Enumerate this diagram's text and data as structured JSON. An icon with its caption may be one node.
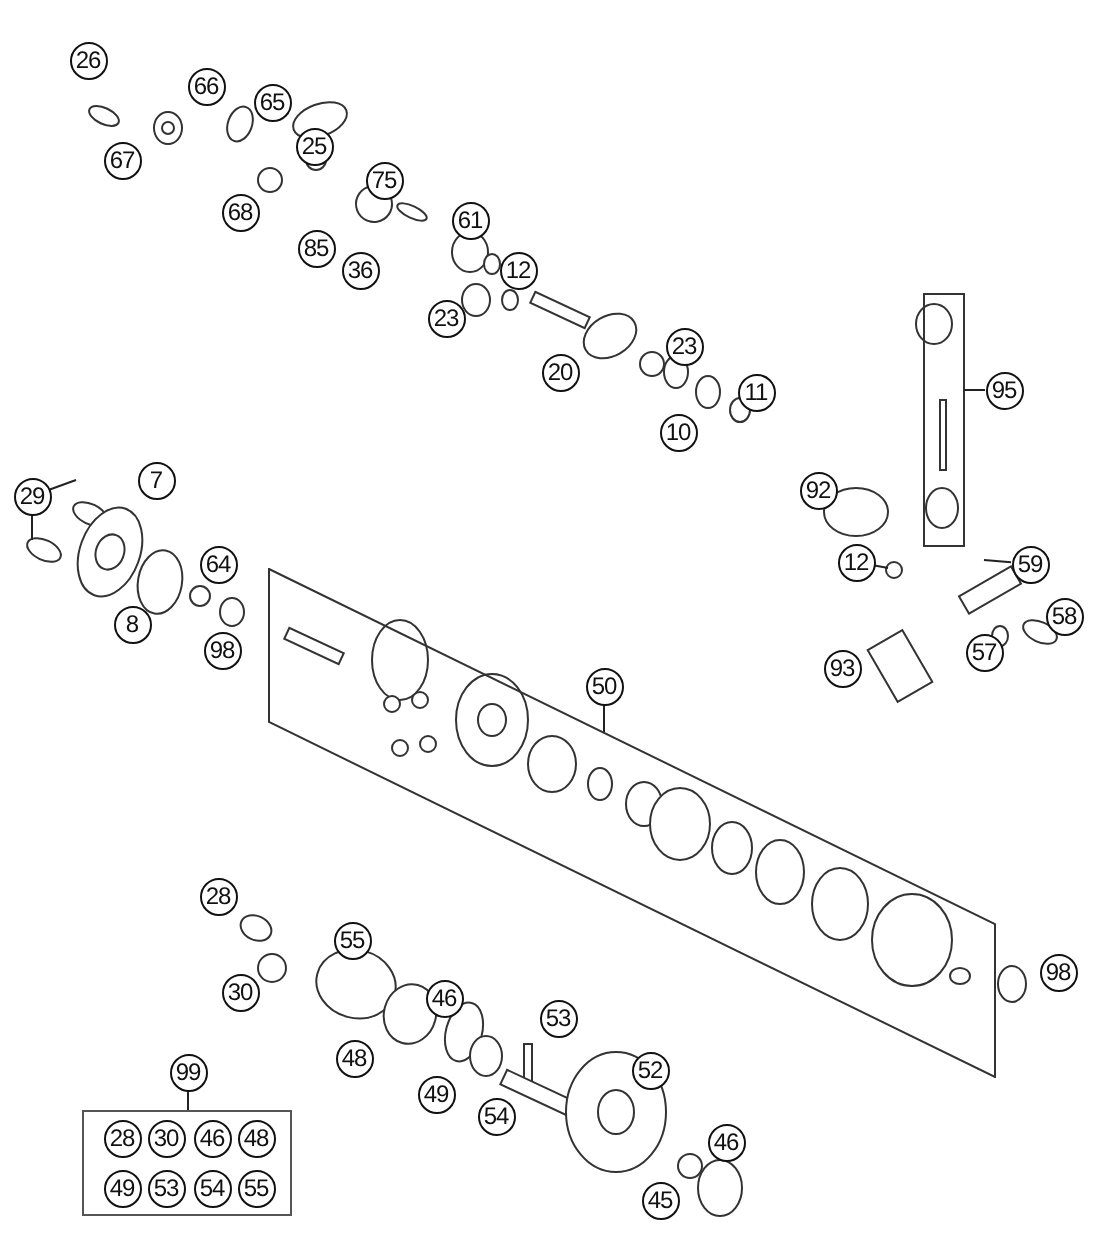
{
  "diagram": {
    "nodes": [
      {
        "text": [
          "29"
        ]
      },
      {
        "text": [
          "50"
        ]
      },
      {
        "text": [],
        "shape": "box"
      },
      {
        "text": [
          "95"
        ]
      },
      {
        "text": [
          "12"
        ]
      },
      {
        "text": [
          "59"
        ]
      },
      {
        "text": [
          "99"
        ]
      },
      {
        "text": [],
        "shape": "box"
      },
      {
        "text": [
          "28"
        ],
        "in": 7
      },
      {
        "text": [
          "30"
        ],
        "in": 7
      },
      {
        "text": [
          "46"
        ],
        "in": 7
      },
      {
        "text": [
          "48"
        ],
        "in": 7
      },
      {
        "text": [
          "49"
        ],
        "in": 7
      },
      {
        "text": [
          "53"
        ],
        "in": 7
      },
      {
        "text": [
          "54"
        ],
        "in": 7
      },
      {
        "text": [
          "55"
        ],
        "in": 7
      },
      {
        "text": [
          "26"
        ]
      },
      {
        "text": [
          "66"
        ]
      },
      {
        "text": [
          "65"
        ]
      },
      {
        "text": [
          "25"
        ]
      },
      {
        "text": [
          "67"
        ]
      },
      {
        "text": [
          "75"
        ]
      },
      {
        "text": [
          "68"
        ]
      },
      {
        "text": [
          "61"
        ]
      },
      {
        "text": [
          "85"
        ]
      },
      {
        "text": [
          "36"
        ]
      },
      {
        "text": [
          "12"
        ]
      },
      {
        "text": [
          "23"
        ]
      },
      {
        "text": [
          "23"
        ]
      },
      {
        "text": [
          "20"
        ]
      },
      {
        "text": [
          "11"
        ]
      },
      {
        "text": [
          "10"
        ]
      },
      {
        "text": [
          "7"
        ]
      },
      {
        "text": [
          "92"
        ]
      },
      {
        "text": [
          "64"
        ]
      },
      {
        "text": [
          "8"
        ]
      },
      {
        "text": [
          "58"
        ]
      },
      {
        "text": [
          "98"
        ]
      },
      {
        "text": [
          "57"
        ]
      },
      {
        "text": [
          "93"
        ]
      },
      {
        "text": [
          "28"
        ]
      },
      {
        "text": [
          "55"
        ]
      },
      {
        "text": [
          "98"
        ]
      },
      {
        "text": [
          "30"
        ]
      },
      {
        "text": [
          "46"
        ]
      },
      {
        "text": [
          "53"
        ]
      },
      {
        "text": [
          "48"
        ]
      },
      {
        "text": [
          "52"
        ]
      },
      {
        "text": [
          "49"
        ]
      },
      {
        "text": [
          "54"
        ]
      },
      {
        "text": [
          "46"
        ]
      },
      {
        "text": [
          "45"
        ]
      }
    ],
    "edges": [
      {
        "from": 0,
        "to": null,
        "arrow": "none"
      },
      {
        "from": 0,
        "to": null,
        "arrow": "none"
      },
      {
        "from": 1,
        "to": 2,
        "arrow": "none"
      },
      {
        "from": 3,
        "to": null,
        "arrow": "none"
      },
      {
        "from": 4,
        "to": null,
        "arrow": "none"
      },
      {
        "from": 5,
        "to": null,
        "arrow": "none"
      },
      {
        "from": 6,
        "to": 7,
        "arrow": "none"
      }
    ]
  }
}
